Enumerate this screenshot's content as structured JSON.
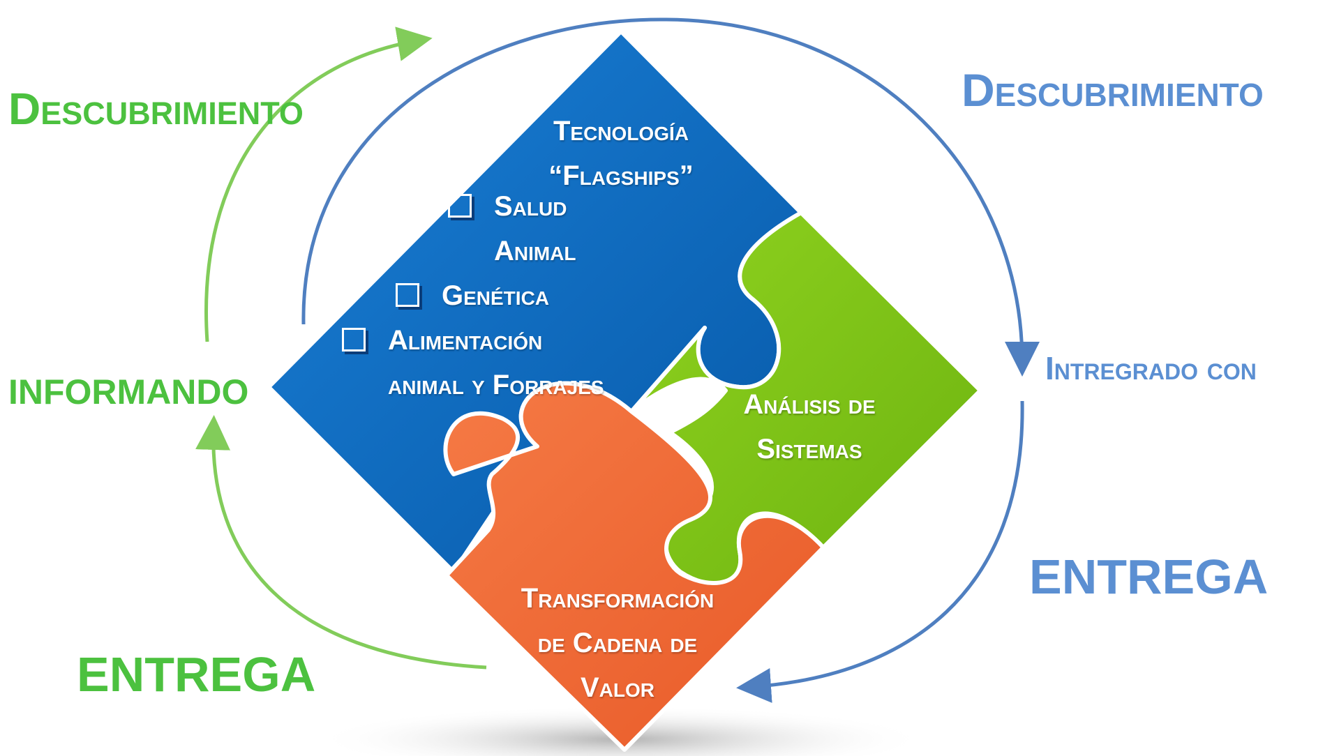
{
  "labels": {
    "left_top": "Descubrimiento",
    "left_mid": "INFORMANDO",
    "left_bottom": "ENTREGA",
    "right_top": "Descubrimiento",
    "right_mid": "Intregrado con",
    "right_bottom": "ENTREGA"
  },
  "pieces": {
    "blue": {
      "title_line1": "Tecnología",
      "title_line2": "“Flagships”",
      "items": [
        {
          "line1": "Salud",
          "line2": "Animal"
        },
        {
          "line1": "Genética"
        },
        {
          "line1": "Alimentación",
          "line2": "animal y Forrajes"
        }
      ]
    },
    "green": {
      "line1": "Análisis de",
      "line2": "Sistemas"
    },
    "orange": {
      "line1": "Transformación",
      "line2": "de Cadena de",
      "line3": "Valor"
    }
  },
  "colors": {
    "blue_piece": "#0a6cc4",
    "green_piece": "#7fc61a",
    "orange_piece": "#f26a38",
    "green_label": "#4cc13f",
    "blue_label": "#5b8fd2",
    "green_arrow": "#82cc5a",
    "blue_arrow": "#4f7fc0"
  },
  "icons": {
    "bullet": "checkbox-icon"
  }
}
